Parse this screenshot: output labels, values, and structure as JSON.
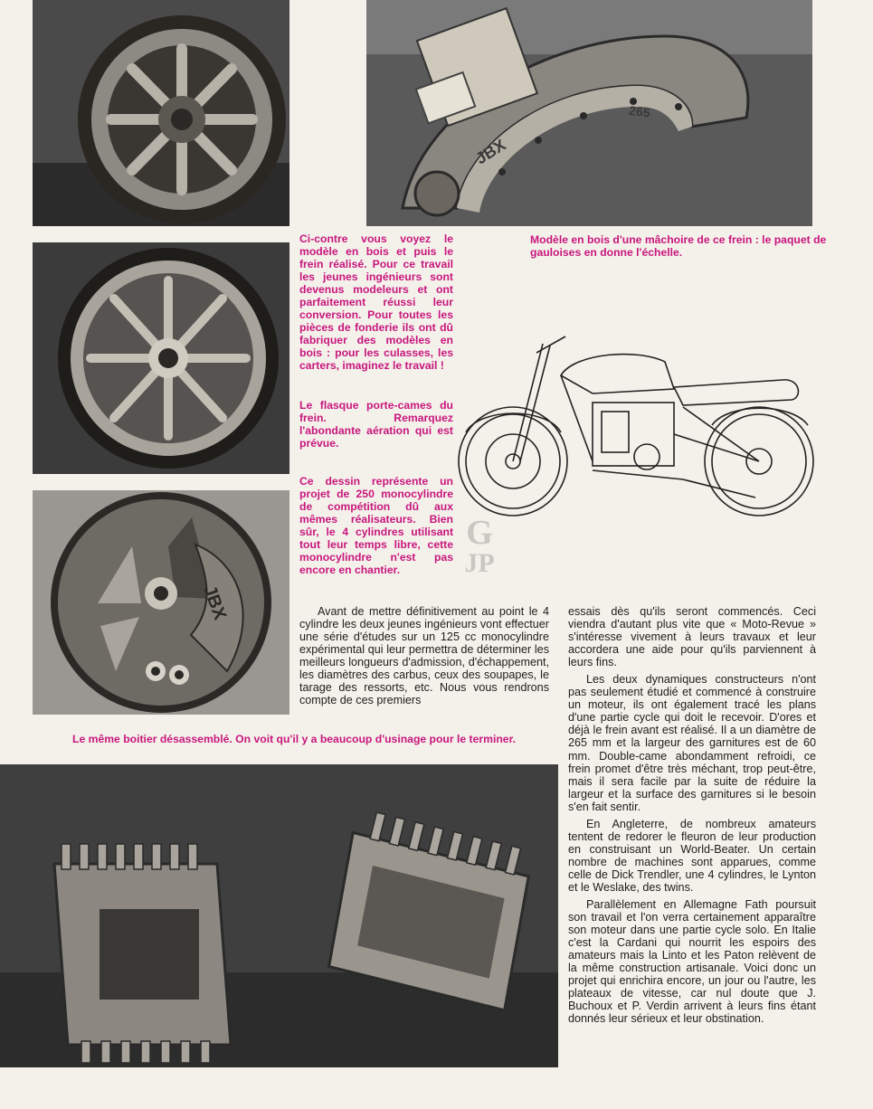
{
  "captions": {
    "wood_model": "Ci-contre vous voyez le modèle en bois et puis le frein réalisé. Pour ce travail les jeunes ingénieurs sont devenus modeleurs et ont parfaitement réussi leur conversion. Pour toutes les pièces de fonderie ils ont dû fabriquer des modèles en bois : pour les culasses, les carters, imaginez le travail !",
    "flasque": "Le flasque porte-cames du frein. Remarquez l'abondante aération qui est prévue.",
    "drawing": "Ce dessin représente un projet de 250 monocylindre de compétition dû aux mêmes réalisateurs. Bien sûr, le 4 cylindres utilisant tout leur temps libre, cette monocylindre n'est pas encore en chantier.",
    "jaw": "Modèle en bois d'une mâchoire de ce frein : le paquet de gauloises en donne l'échelle.",
    "housing": "Le même boitier désassemblé. On voit qu'il y a beaucoup d'usinage pour le terminer."
  },
  "photo_text": {
    "jbx_jaw": "JBX",
    "num_265": "265",
    "jbx_plate": "JBX"
  },
  "watermark": {
    "line1": "G",
    "line2": "JP"
  },
  "body": {
    "col1": [
      "Avant de mettre définitivement au point le 4 cylindre les deux jeunes ingénieurs vont effectuer une série d'études sur un 125 cc monocylindre expérimental qui leur permettra de déterminer les meilleurs longueurs d'admission, d'échappement, les diamètres des carbus, ceux des soupapes, le tarage des ressorts, etc. Nous vous rendrons compte de ces premiers"
    ],
    "col2_cont": "essais dès qu'ils seront commencés. Ceci viendra d'autant plus vite que « Moto-Revue » s'intéresse vivement à leurs travaux et leur accordera une aide pour qu'ils parviennent à leurs fins.",
    "col2": [
      "Les deux dynamiques constructeurs n'ont pas seulement étudié et commencé à construire un moteur, ils ont également tracé les plans d'une partie cycle qui doit le recevoir. D'ores et déjà le frein avant est réalisé. Il a un diamètre de 265 mm et la largeur des garnitures est de 60 mm. Double-came abondamment refroidi, ce frein promet d'être très méchant, trop peut-être, mais il sera facile par la suite de réduire la largeur et la surface des garnitures si le besoin s'en fait sentir.",
      "En Angleterre, de nombreux amateurs tentent de redorer le fleuron de leur production en construisant un World-Beater. Un certain nombre de machines sont apparues, comme celle de Dick Trendler, une 4 cylindres, le Lynton et le Weslake, des twins.",
      "Parallèlement en Allemagne Fath poursuit son travail et l'on verra certainement apparaître son moteur dans une partie cycle solo. En Italie c'est la Cardani qui nourrit les espoirs des amateurs mais la Linto et les Paton relèvent de la même construction artisanale. Voici donc un projet qui enrichira encore, un jour ou l'autre, les plateaux de vitesse, car nul doute que J. Buchoux et P. Verdin arrivent à leurs fins étant donnés leur sérieux et leur obstination."
    ]
  }
}
